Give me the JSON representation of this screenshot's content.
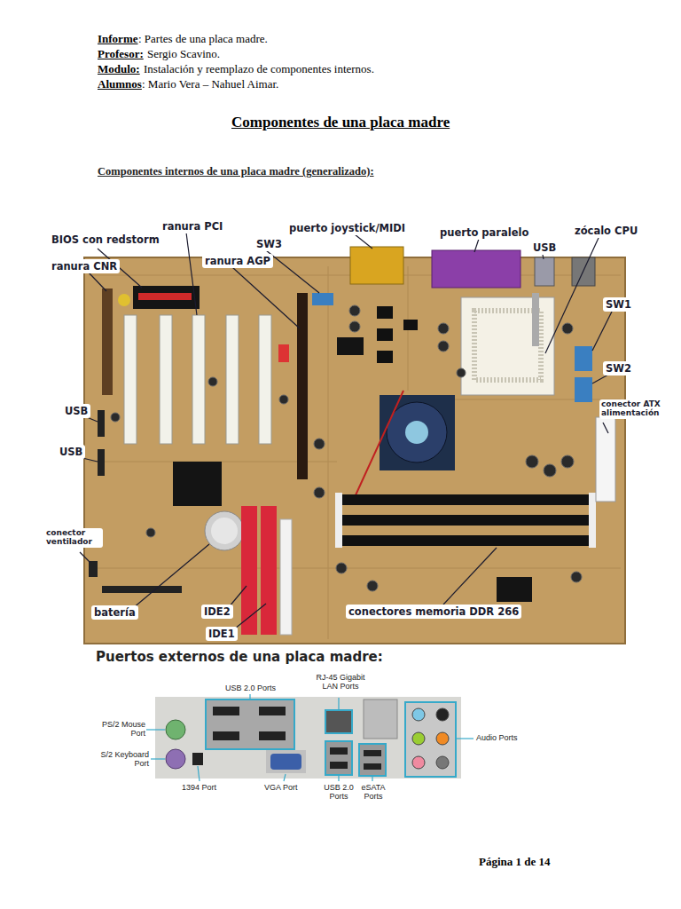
{
  "diagram": {
    "title": "Componentes de una placa madre",
    "labels": [
      "Informe",
      ": Partes de una placa madre.",
      "Profesor:",
      "Sergio Scavino.",
      "Modulo:",
      "Instalación y reemplazo de componentes internos.",
      "Alumnos",
      ": Mario Vera – Nahuel Aimar.",
      "Componentes internos de una placa madre (generalizado):",
      "BIOS con redstorm",
      "ranura PCI",
      "puerto joystick/MIDI",
      "puerto paralelo",
      "zócalo CPU",
      "SW3",
      "ranura AGP",
      "USB",
      "ranura CNR",
      "SW1",
      "SW2",
      "conector ATX alimentación",
      "USB",
      "USB",
      "conector ventilador",
      "batería",
      "IDE2",
      "IDE1",
      "conectores memoria DDR 266",
      "Puertos externos de una placa madre:",
      "USB 2.0 Ports",
      "RJ-45 Gigabit LAN Ports",
      "PS/2 Mouse Port",
      "S/2 Keyboard Port",
      "1394 Port",
      "VGA Port",
      "USB 2.0 Ports",
      "eSATA Ports",
      "Audio Ports",
      "Página 1 de 14"
    ]
  }
}
